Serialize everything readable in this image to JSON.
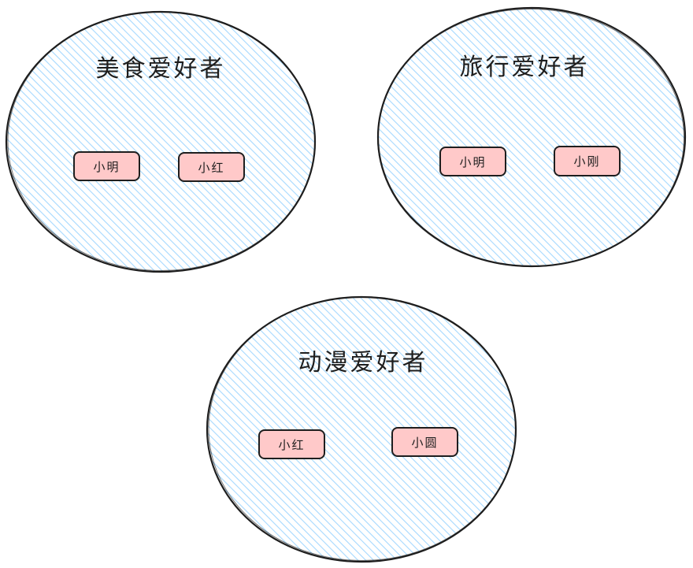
{
  "diagram": {
    "type": "venn-groups",
    "colors": {
      "stroke": "#1e1e1e",
      "hatch": "#a5d8ff",
      "pill_fill": "#ffc9c9",
      "text": "#1e1e1e"
    },
    "groups": [
      {
        "title": "美食爱好者",
        "members": [
          "小明",
          "小红"
        ]
      },
      {
        "title": "旅行爱好者",
        "members": [
          "小明",
          "小刚"
        ]
      },
      {
        "title": "动漫爱好者",
        "members": [
          "小红",
          "小圆"
        ]
      }
    ]
  }
}
